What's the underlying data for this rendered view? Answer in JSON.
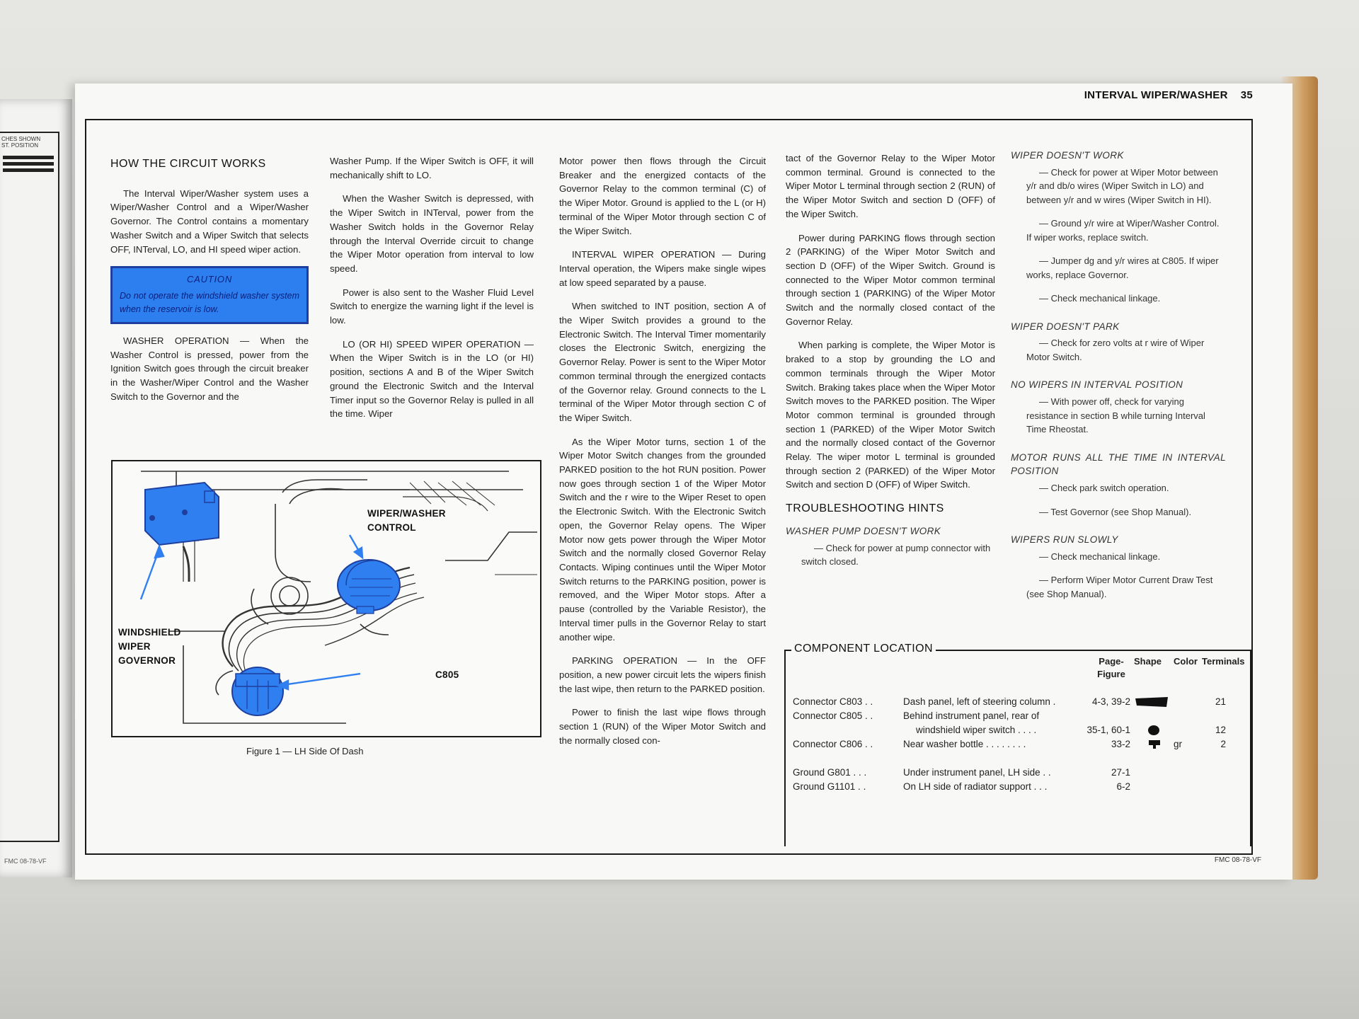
{
  "header": {
    "title": "INTERVAL WIPER/WASHER",
    "page_number": "35"
  },
  "footer_code": "FMC 08-78-VF",
  "left_page": {
    "text_line1": "CHES SHOWN",
    "text_line2": "ST. POSITION",
    "footer_code": "FMC 08-78-VF"
  },
  "col1": {
    "heading": "HOW THE CIRCUIT WORKS",
    "p1": "The Interval Wiper/Washer system uses a Wiper/Washer Control and a Wiper/Washer Governor. The Control contains a momentary Washer Switch and a Wiper Switch that selects OFF, INTerval, LO, and HI speed wiper action.",
    "caution_title": "CAUTION",
    "caution_body": "Do not operate the windshield washer system when the reservoir is low.",
    "p2": "WASHER OPERATION — When the Washer Control is pressed, power from the Ignition Switch goes through the circuit breaker in the Washer/Wiper Control and the Washer Switch to the Governor and the"
  },
  "col2": {
    "p1": "Washer Pump. If the Wiper Switch is OFF, it will mechanically shift to LO.",
    "p2": "When the Washer Switch is depressed, with the Wiper Switch in INTerval, power from the Washer Switch holds in the Governor Relay through the Interval Override circuit to change the Wiper Motor operation from interval to low speed.",
    "p3": "Power is also sent to the Washer Fluid Level Switch to energize the warning light if the level is low.",
    "p4": "LO (OR HI) SPEED WIPER OPERATION — When the Wiper Switch is in the LO (or HI) position, sections A and B of the Wiper Switch ground the Electronic Switch and the Interval Timer input so the Governor Relay is pulled in all the time. Wiper"
  },
  "col3": {
    "p1": "Motor power then flows through the Circuit Breaker and the energized contacts of the Governor Relay to the common terminal (C) of the Wiper Motor. Ground is applied to the L (or H) terminal of the Wiper Motor through section C of the Wiper Switch.",
    "p2": "INTERVAL WIPER OPERATION — During Interval operation, the Wipers make single wipes at low speed separated by a pause.",
    "p3": "When switched to INT position, section A of the Wiper Switch provides a ground to the Electronic Switch. The Interval Timer momentarily closes the Electronic Switch, energizing the Governor Relay. Power is sent to the Wiper Motor common terminal through the energized contacts of the Governor relay. Ground connects to the L terminal of the Wiper Motor through section C of the Wiper Switch.",
    "p4": "As the Wiper Motor turns, section 1 of the Wiper Motor Switch changes from the grounded PARKED position to the hot RUN position. Power now goes through section 1 of the Wiper Motor Switch and the r wire to the Wiper Reset to open the Electronic Switch. With the Electronic Switch open, the Governor Relay opens. The Wiper Motor now gets power through the Wiper Motor Switch and the normally closed Governor Relay Contacts. Wiping continues until the Wiper Motor Switch returns to the PARKING position, power is removed, and the Wiper Motor stops. After a pause (controlled by the Variable Resistor), the Interval timer pulls in the Governor Relay to start another wipe.",
    "p5": "PARKING OPERATION — In the OFF position, a new power circuit lets the wipers finish the last wipe, then return to the PARKED position.",
    "p6": "Power to finish the last wipe flows through section 1 (RUN) of the Wiper Motor Switch and the normally closed con-"
  },
  "col4": {
    "p1": "tact of the Governor Relay to the Wiper Motor common terminal. Ground is connected to the Wiper Motor L terminal through section 2 (RUN) of the Wiper Motor Switch and section D (OFF) of the Wiper Switch.",
    "p2": "Power during PARKING flows through section 2 (PARKING) of the Wiper Motor Switch and section D (OFF) of the Wiper Switch. Ground is connected to the Wiper Motor common terminal through section 1 (PARKING) of the Wiper Motor Switch and the normally closed contact of the Governor Relay.",
    "p3": "When parking is complete, the Wiper Motor is braked to a stop by grounding the LO and common terminals through the Wiper Motor Switch. Braking takes place when the Wiper Motor Switch moves to the PARKED position. The Wiper Motor common terminal is grounded through section 1 (PARKED) of the Wiper Motor Switch and the normally closed contact of the Governor Relay. The wiper motor L terminal is grounded through section 2 (PARKED) of the Wiper Motor Switch and section D (OFF) of Wiper Switch.",
    "heading": "TROUBLESHOOTING HINTS",
    "hint_title": "WASHER PUMP DOESN'T WORK",
    "hint_1": "— Check for power at pump connector with switch closed."
  },
  "col5": {
    "groups": [
      {
        "title": "WIPER DOESN'T WORK",
        "items": [
          "— Check for power at Wiper Motor between y/r and db/o wires (Wiper Switch in LO) and between y/r and w wires (Wiper Switch in HI).",
          "— Ground y/r wire at Wiper/Washer Control. If wiper works, replace switch.",
          "— Jumper dg and y/r wires at C805. If wiper works, replace Governor.",
          "— Check mechanical linkage."
        ]
      },
      {
        "title": "WIPER DOESN'T PARK",
        "items": [
          "— Check for zero volts at r wire of Wiper Motor Switch."
        ]
      },
      {
        "title": "NO WIPERS IN INTERVAL POSITION",
        "items": [
          "— With power off, check for varying resistance in section B while turning Interval Time Rheostat."
        ]
      },
      {
        "title": "MOTOR RUNS ALL THE TIME IN INTERVAL POSITION",
        "items": [
          "— Check park switch operation.",
          "— Test Governor (see Shop Manual)."
        ]
      },
      {
        "title": "WIPERS RUN SLOWLY",
        "items": [
          "— Check mechanical linkage.",
          "— Perform Wiper Motor Current Draw Test (see Shop Manual)."
        ]
      }
    ]
  },
  "figure": {
    "caption": "Figure 1 — LH Side Of Dash",
    "label_control": "WIPER/WASHER CONTROL",
    "label_governor": "WINDSHIELD WIPER GOVERNOR",
    "label_c805": "C805",
    "accent_color": "#2f7ff0"
  },
  "component_location": {
    "title": "COMPONENT LOCATION",
    "headers": {
      "page_figure": "Page-Figure",
      "shape": "Shape",
      "color": "Color",
      "terminals": "Terminals"
    },
    "rows": [
      {
        "name": "Connector C803 . .",
        "location": "Dash panel, left of steering column .",
        "page_figure": "4-3, 39-2",
        "color": "",
        "terminals": "21"
      },
      {
        "name": "Connector C805 . .",
        "location": "Behind instrument panel, rear of",
        "location2": "windshield wiper switch . . . .",
        "page_figure": "35-1, 60-1",
        "color": "",
        "terminals": "12"
      },
      {
        "name": "Connector C806 . .",
        "location": "Near washer bottle . . . . . . . .",
        "page_figure": "33-2",
        "color": "gr",
        "terminals": "2"
      },
      {
        "name": "Ground G801 . . .",
        "location": "Under instrument panel, LH side . .",
        "page_figure": "27-1",
        "color": "",
        "terminals": ""
      },
      {
        "name": "Ground G1101 . .",
        "location": "On LH side of radiator support . . .",
        "page_figure": "6-2",
        "color": "",
        "terminals": ""
      }
    ]
  }
}
